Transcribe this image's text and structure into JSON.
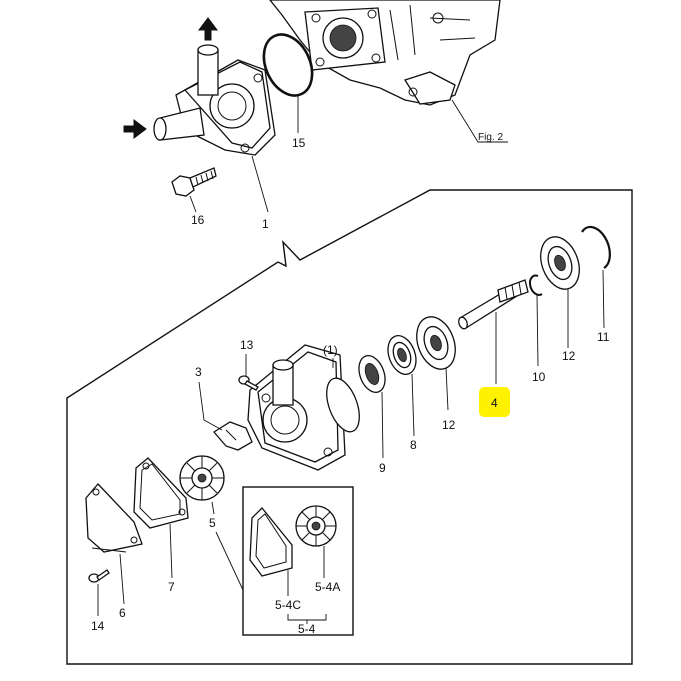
{
  "callouts": {
    "c1": "1",
    "c1_sub": "(1)",
    "c3": "3",
    "c4": "4",
    "c5": "5",
    "c5_4": "5-4",
    "c5_4a": "5-4A",
    "c5_4c": "5-4C",
    "c6": "6",
    "c7": "7",
    "c8": "8",
    "c9": "9",
    "c10": "10",
    "c11": "11",
    "c12a": "12",
    "c12b": "12",
    "c13": "13",
    "c14": "14",
    "c15": "15",
    "c16": "16"
  },
  "figure_ref": "Fig. 2",
  "highlight": {
    "part": "4",
    "color": "#fff200"
  }
}
